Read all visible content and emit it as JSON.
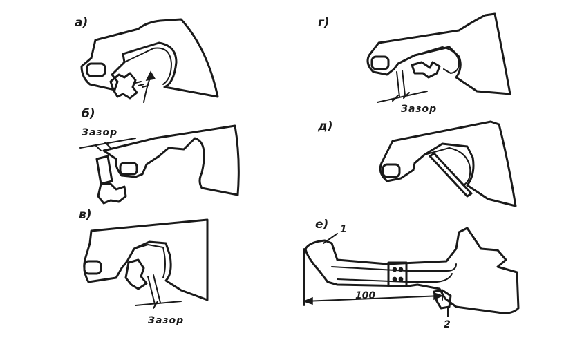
{
  "panels": {
    "a": {
      "label": "а)"
    },
    "b": {
      "label": "б)",
      "caption": "Зазор"
    },
    "v": {
      "label": "в)",
      "caption": "Зазор"
    },
    "g": {
      "label": "г)",
      "caption": "Зазор"
    },
    "d": {
      "label": "д)"
    },
    "e": {
      "label": "е)",
      "dimension": "100",
      "callout_1": "1",
      "callout_2": "2"
    }
  }
}
